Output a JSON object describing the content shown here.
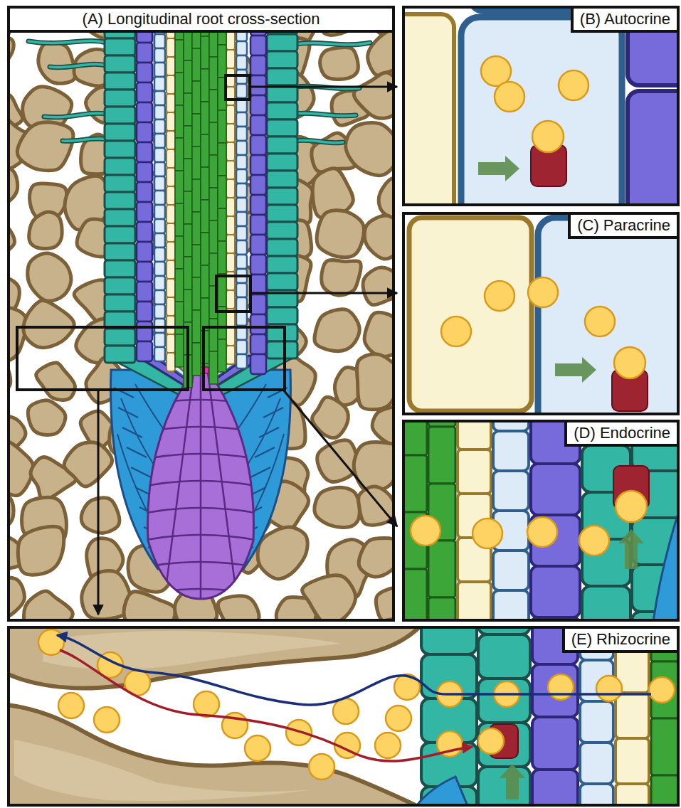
{
  "diagram": {
    "nodes": [
      {
        "text": [
          "(A) Longitudinal root cross-section"
        ]
      },
      {
        "text": [
          "(B) Autocrine"
        ]
      },
      {
        "text": [
          "(C) Paracrine"
        ]
      },
      {
        "text": [
          "(D) Endocrine"
        ]
      },
      {
        "text": [
          "(E) Rhizocrine"
        ]
      }
    ]
  }
}
